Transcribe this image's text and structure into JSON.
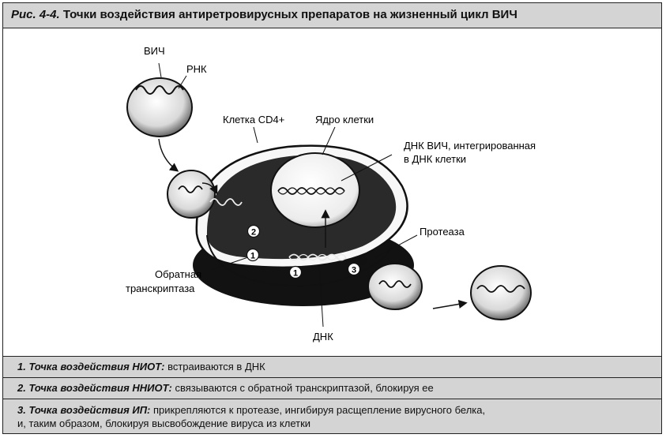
{
  "title": {
    "figure_no": "Рис. 4-4.",
    "text": "Точки воздействия антиретровирусных препаратов на жизненный цикл ВИЧ"
  },
  "labels": {
    "hiv": "ВИЧ",
    "rna": "РНК",
    "cd4_cell": "Клетка CD4+",
    "nucleus": "Ядро клетки",
    "integrated_dna_line1": "ДНК ВИЧ, интегрированная",
    "integrated_dna_line2": "в ДНК клетки",
    "protease": "Протеаза",
    "rt_line1": "Обратная",
    "rt_line2": "транскриптаза",
    "dna": "ДНК"
  },
  "markers": {
    "m1": "1",
    "m2": "2",
    "m3": "3"
  },
  "notes": [
    {
      "lead": "1. Точка воздействия НИОТ:",
      "text": " встраиваются в ДНК"
    },
    {
      "lead": "2. Точка воздействия ННИОТ:",
      "text": " связываются с обратной транскриптазой, блокируя ее"
    },
    {
      "lead": "3. Точка воздействия ИП:",
      "text": " прикрепляются к протеазе, ингибируя расщепление вирусного белка,",
      "text2": "и, таким образом, блокируя высвобождение вируса из клетки"
    }
  ]
}
